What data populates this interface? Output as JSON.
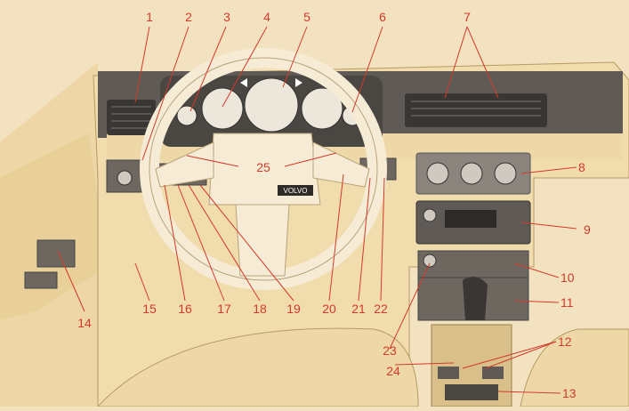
{
  "colors": {
    "interior": "#f1dcae",
    "interior_dark": "#e3c68c",
    "panel": "#5f5a55",
    "panel_light": "#8a847c",
    "callout": "#d23a2a",
    "background": "#f2e2c0"
  },
  "badge": "VOLVO",
  "callouts": [
    "1",
    "2",
    "3",
    "4",
    "5",
    "6",
    "7",
    "8",
    "9",
    "10",
    "11",
    "12",
    "13",
    "14",
    "15",
    "16",
    "17",
    "18",
    "19",
    "20",
    "21",
    "22",
    "23",
    "24",
    "25"
  ]
}
